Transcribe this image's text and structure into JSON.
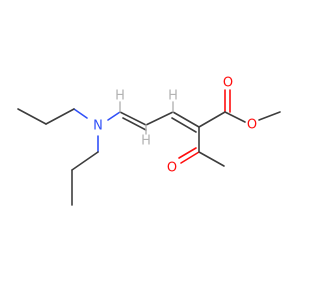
{
  "molecule": {
    "atoms": {
      "n1": {
        "label": "N",
        "color": "#3050f8"
      },
      "o_carbonyl_ester": {
        "label": "O",
        "color": "#ff0d0d"
      },
      "o_ester": {
        "label": "O",
        "color": "#ff0d0d"
      },
      "o_ketone": {
        "label": "O",
        "color": "#ff0d0d"
      },
      "h1": {
        "label": "H",
        "color": "#b3b3b3"
      },
      "h2": {
        "label": "H",
        "color": "#b3b3b3"
      },
      "h3": {
        "label": "H",
        "color": "#b3b3b3"
      }
    },
    "colors": {
      "bond": "#3d3d3d",
      "oxygen": "#ff0d0d",
      "nitrogen": "#3050f8",
      "hydrogen": "#b3b3b3"
    }
  }
}
